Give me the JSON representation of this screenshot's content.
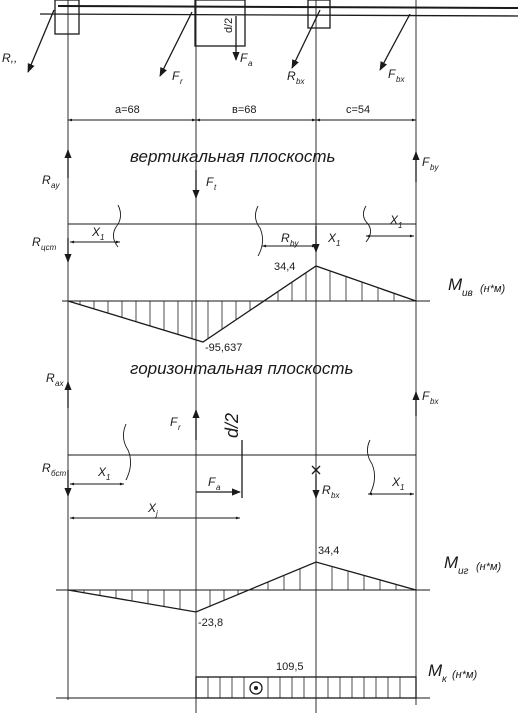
{
  "top_labels": {
    "r_left": "R,,",
    "f_r": "F",
    "f_r_sub": "r",
    "d_half": "d/2",
    "f_a": "F",
    "f_a_sub": "a",
    "r_bx": "R",
    "r_bx_sub": "bx",
    "f_bx": "F",
    "f_bx_sub": "bx"
  },
  "spans": {
    "a": "a=68",
    "b": "в=68",
    "c": "c=54"
  },
  "vertical_plane": {
    "title": "вертикальная плоскость",
    "r_ay": "R",
    "r_ay_sub": "ay",
    "f_t": "F",
    "f_t_sub": "t",
    "f_by": "F",
    "f_by_sub": "by",
    "r_cons": "R",
    "r_cons_sub": "цст",
    "x1_left": "X",
    "x1_left_sub": "1",
    "r_by": "R",
    "r_by_sub": "by",
    "x1_mid": "X",
    "x1_mid_sub": "1",
    "x1_right": "X",
    "x1_right_sub": "1"
  },
  "vertical_moment": {
    "label": "M",
    "label_sub": "ив",
    "units": "(н*м)",
    "peak": "34,4",
    "min": "-95,637"
  },
  "horizontal_plane": {
    "title": "горизонтальная плоскость",
    "r_ax": "R",
    "r_ax_sub": "ax",
    "f_bx": "F",
    "f_bx_sub": "bx",
    "f_r": "F",
    "f_r_sub": "r",
    "d_half": "d/2",
    "r_cons": "R",
    "r_cons_sub": "бст",
    "x1_left": "X",
    "x1_left_sub": "1",
    "f_a": "F",
    "f_a_sub": "a",
    "r_bx": "R",
    "r_bx_sub": "bx",
    "x1_right": "X",
    "x1_right_sub": "1",
    "x2": "X",
    "x2_sub": "j"
  },
  "horizontal_moment": {
    "label": "M",
    "label_sub": "иг",
    "units": "(н*м)",
    "peak": "34,4",
    "min": "-23,8"
  },
  "torque": {
    "label": "M",
    "label_sub": "к",
    "units": "(н*м)",
    "value": "109,5"
  },
  "colors": {
    "ink": "#1a1a1a",
    "paper": "#ffffff"
  }
}
